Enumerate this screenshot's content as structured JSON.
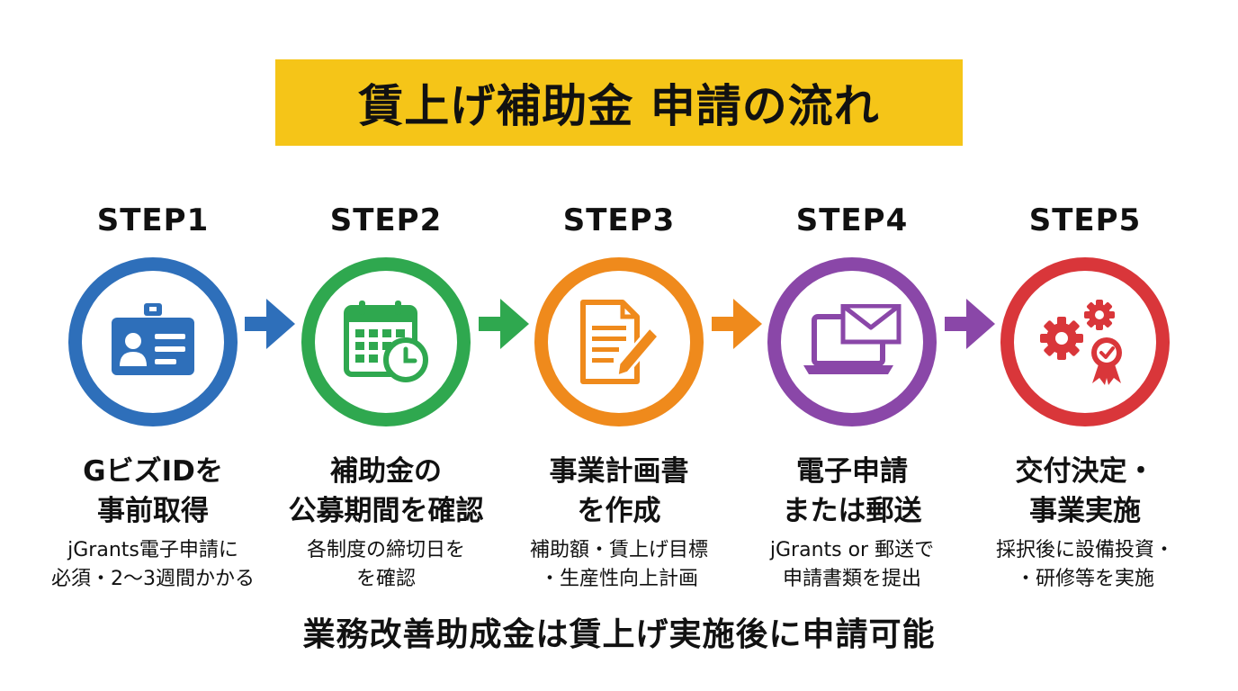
{
  "title": "賃上げ補助金 申請の流れ",
  "steps": [
    {
      "label": "STEP1",
      "name_line1": "GビズIDを",
      "name_line2": "事前取得",
      "desc_line1": "jGrants電子申請に",
      "desc_line2": "必須・2〜3週間かかる",
      "color": "#2e6fba",
      "icon": "id-card-icon"
    },
    {
      "label": "STEP2",
      "name_line1": "補助金の",
      "name_line2": "公募期間を確認",
      "desc_line1": "各制度の締切日を",
      "desc_line2": "を確認",
      "color": "#2fa84f",
      "icon": "calendar-clock-icon"
    },
    {
      "label": "STEP3",
      "name_line1": "事業計画書",
      "name_line2": "を作成",
      "desc_line1": "補助額・賃上げ目標",
      "desc_line2": "・生産性向上計画",
      "color": "#ef8a1c",
      "icon": "document-pen-icon"
    },
    {
      "label": "STEP4",
      "name_line1": "電子申請",
      "name_line2": "または郵送",
      "desc_line1": "jGrants or 郵送で",
      "desc_line2": "申請書類を提出",
      "color": "#8a47a8",
      "icon": "laptop-mail-icon"
    },
    {
      "label": "STEP5",
      "name_line1": "交付決定・",
      "name_line2": "事業実施",
      "desc_line1": "採択後に設備投資・",
      "desc_line2": "・研修等を実施",
      "color": "#d9363a",
      "icon": "gears-award-icon"
    }
  ],
  "footer": "業務改善助成金は賃上げ実施後に申請可能"
}
